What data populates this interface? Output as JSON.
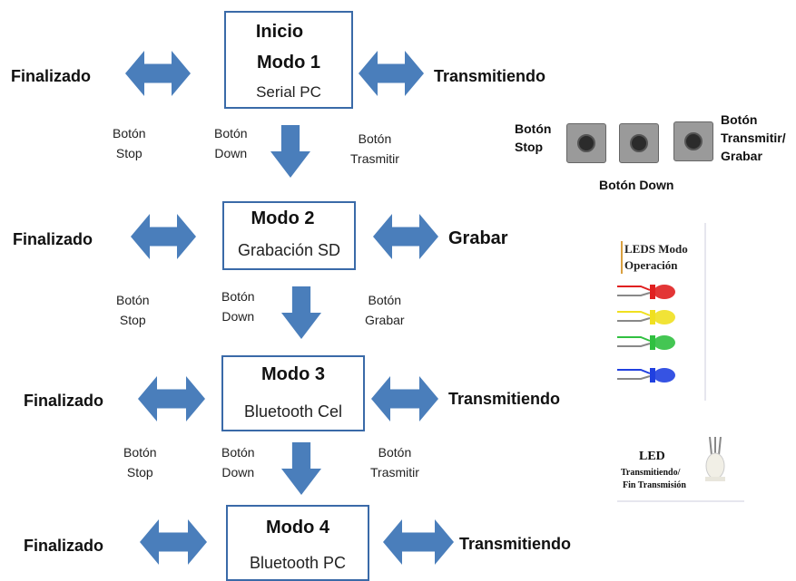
{
  "modes": [
    {
      "heading": "Inicio",
      "title": "Modo 1",
      "subtitle": "Serial PC",
      "left": "Finalizado",
      "right": "Transmitiendo",
      "labels": [
        "Botón\nStop",
        "Botón\nDown",
        "Botón\nTrasmitir"
      ]
    },
    {
      "title": "Modo 2",
      "subtitle": "Grabación SD",
      "left": "Finalizado",
      "right": "Grabar",
      "labels": [
        "Botón\nStop",
        "Botón\nDown",
        "Botón\nGrabar"
      ]
    },
    {
      "title": "Modo 3",
      "subtitle": "Bluetooth Cel",
      "left": "Finalizado",
      "right": "Transmitiendo",
      "labels": [
        "Botón\nStop",
        "Botón\nDown",
        "Botón\nTrasmitir"
      ]
    },
    {
      "title": "Modo 4",
      "subtitle": "Bluetooth PC",
      "left": "Finalizado",
      "right": "Transmitiendo"
    }
  ],
  "buttons_legend": {
    "stop": "Botón\nStop",
    "transmit": "Botón\nTransmitir/\nGrabar",
    "down": "Botón  Down"
  },
  "leds_legend": {
    "title_line1": "LEDS Modo",
    "title_line2": "Operación",
    "colors": [
      "#e02020",
      "#f0e020",
      "#30c040",
      "#2040e0"
    ]
  },
  "led_transmit": {
    "title": "LED",
    "line1": "Transmitiendo/",
    "line2": "Fin Transmisión"
  },
  "colors": {
    "arrow": "#4a7ebb",
    "box_border": "#3a6aa8"
  }
}
